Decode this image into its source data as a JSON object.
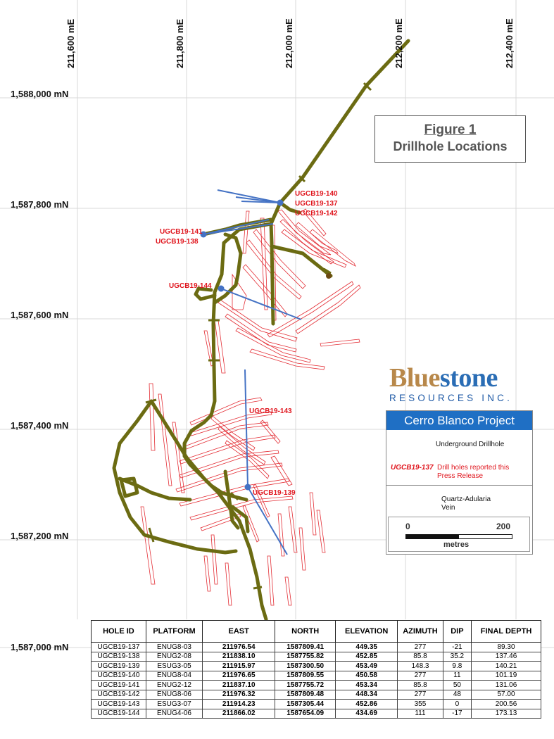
{
  "figure": {
    "title": "Figure 1",
    "subtitle": "Drillhole Locations"
  },
  "grid": {
    "easting_labels": [
      "211,600 mE",
      "211,800 mE",
      "212,000 mE",
      "212,200 mE",
      "212,400 mE"
    ],
    "northing_labels": [
      "1,588,000 mN",
      "1,587,800 mN",
      "1,587,600 mN",
      "1,587,400 mN",
      "1,587,200 mN",
      "1,587,000 mN"
    ]
  },
  "logo": {
    "part_a": "Blue",
    "part_b": "stone",
    "subtitle": "RESOURCES INC."
  },
  "legend": {
    "title": "Cerro Blanco Project",
    "drillhole_label": "Underground Drillhole",
    "reported_code": "UGCB19-137",
    "reported_label": "Drill holes reported this Press Release",
    "vein_label": "Quartz-Adularia Vein",
    "scale_start": "0",
    "scale_end": "200",
    "scale_unit": "metres"
  },
  "hole_labels": {
    "h140": "UGCB19-140",
    "h137": "UGCB19-137",
    "h142": "UGCB19-142",
    "h141": "UGCB19-141",
    "h138": "UGCB19-138",
    "h144": "UGCB19-144",
    "h143": "UGCB19-143",
    "h139": "UGCB19-139"
  },
  "colors": {
    "tunnel": "#6b6b12",
    "drillhole": "#4472c4",
    "vein": "#e0161e",
    "grid": "#d9d9d9"
  },
  "table": {
    "headers": [
      "HOLE ID",
      "PLATFORM",
      "EAST",
      "NORTH",
      "ELEVATION",
      "AZIMUTH",
      "DIP",
      "FINAL DEPTH"
    ],
    "rows": [
      [
        "UGCB19-137",
        "ENUG8-03",
        "211976.54",
        "1587809.41",
        "449.35",
        "277",
        "-21",
        "89.30"
      ],
      [
        "UGCB19-138",
        "ENUG2-08",
        "211838.10",
        "1587755.82",
        "452.85",
        "85.8",
        "35.2",
        "137.46"
      ],
      [
        "UGCB19-139",
        "ESUG3-05",
        "211915.97",
        "1587300.50",
        "453.49",
        "148.3",
        "9.8",
        "140.21"
      ],
      [
        "UGCB19-140",
        "ENUG8-04",
        "211976.65",
        "1587809.55",
        "450.58",
        "277",
        "11",
        "101.19"
      ],
      [
        "UGCB19-141",
        "ENUG2-12",
        "211837.10",
        "1587755.72",
        "453.34",
        "85.8",
        "50",
        "131.06"
      ],
      [
        "UGCB19-142",
        "ENUG8-06",
        "211976.32",
        "1587809.48",
        "448.34",
        "277",
        "48",
        "57.00"
      ],
      [
        "UGCB19-143",
        "ESUG3-07",
        "211914.23",
        "1587305.44",
        "452.86",
        "355",
        "0",
        "200.56"
      ],
      [
        "UGCB19-144",
        "ENUG4-06",
        "211866.02",
        "1587654.09",
        "434.69",
        "111",
        "-17",
        "173.13"
      ]
    ]
  }
}
